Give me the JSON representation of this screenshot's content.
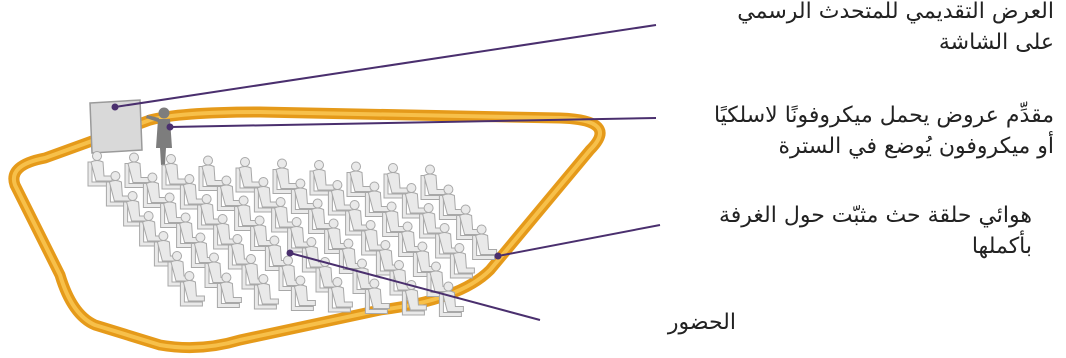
{
  "labels": {
    "presentation": {
      "line1": "العرض التقديمي للمتحدث الرسمي",
      "line2": "على الشاشة"
    },
    "presenter": {
      "line1": "مقدِّم عروض يحمل ميكروفونًا لاسلكيًا",
      "line2": "أو ميكروفون يُوضع في السترة"
    },
    "antenna": {
      "line1": "هوائي حلقة حث مثبّت حول الغرفة",
      "line2": "بأكملها"
    },
    "audience": {
      "text": "الحضور"
    }
  },
  "colors": {
    "loop": "#e59a1a",
    "loop_inner": "#f7c04a",
    "leader": "#4a2f6e",
    "seat_fill": "#e9e9e9",
    "seat_stroke": "#a8a8a8",
    "screen": "#d9d9d9",
    "presenter": "#7d7d7d"
  }
}
